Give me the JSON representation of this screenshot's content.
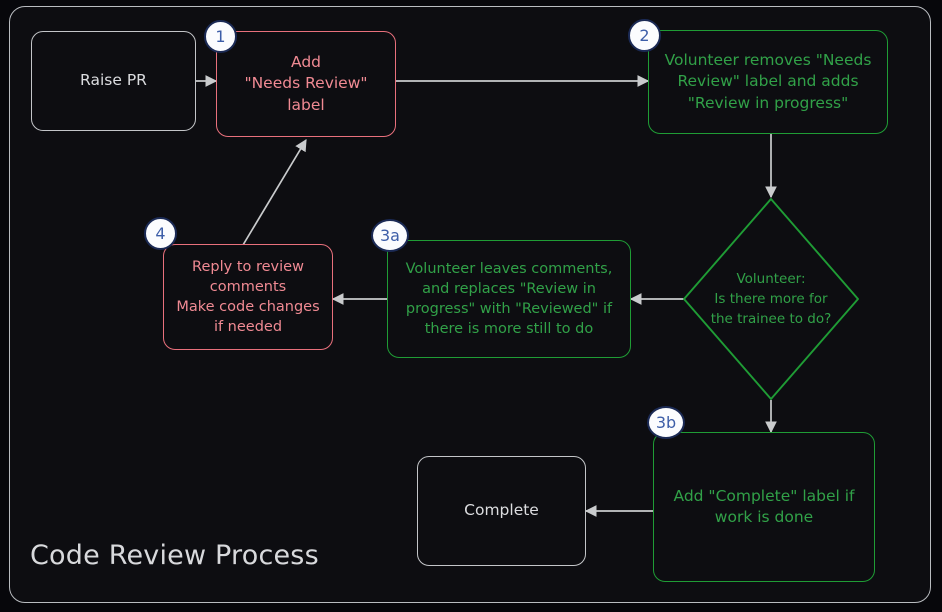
{
  "diagram": {
    "title": "Code Review Process",
    "type": "flowchart",
    "colors": {
      "background": "#07070b",
      "frame_border": "#b9bcc0",
      "neutral_border": "#c3c5c8",
      "neutral_text": "#dcdde0",
      "pink_border": "#e8707c",
      "pink_text": "#f08a93",
      "green_border": "#1f9c35",
      "green_text": "#31a148",
      "badge_fill": "#fbfcfe",
      "badge_border": "#1b2a55",
      "badge_text": "#3d5ea8",
      "edge": "#c9cbcd"
    },
    "nodes": [
      {
        "id": "raise-pr",
        "badge": "",
        "style": "neutral",
        "shape": "rounded-rect",
        "lines": [
          "Raise PR"
        ]
      },
      {
        "id": "add-label",
        "badge": "1",
        "style": "pink",
        "shape": "rounded-rect",
        "lines": [
          "Add",
          "\"Needs Review\"",
          "label"
        ]
      },
      {
        "id": "volunteer-relabel",
        "badge": "2",
        "style": "green",
        "shape": "rounded-rect",
        "lines": [
          "Volunteer removes \"Needs",
          "Review\" label and adds",
          "\"Review in progress\""
        ]
      },
      {
        "id": "decision",
        "badge": "",
        "style": "green",
        "shape": "diamond",
        "lines": [
          "Volunteer:",
          "Is there more for",
          "the trainee to do?"
        ]
      },
      {
        "id": "volunteer-comments",
        "badge": "3a",
        "style": "green",
        "shape": "rounded-rect",
        "lines": [
          "Volunteer leaves comments,",
          "and replaces \"Review in",
          "progress\" with \"Reviewed\" if",
          "there is more still to do"
        ]
      },
      {
        "id": "reply-comments",
        "badge": "4",
        "style": "pink",
        "shape": "rounded-rect",
        "lines": [
          "Reply to review",
          "comments",
          "Make code changes",
          "if needed"
        ]
      },
      {
        "id": "add-complete",
        "badge": "3b",
        "style": "green",
        "shape": "rounded-rect",
        "lines": [
          "Add \"Complete\" label if",
          "work is done"
        ]
      },
      {
        "id": "complete",
        "badge": "",
        "style": "neutral",
        "shape": "rounded-rect",
        "lines": [
          "Complete"
        ]
      }
    ],
    "edges": [
      {
        "from": "raise-pr",
        "to": "add-label",
        "label": ""
      },
      {
        "from": "add-label",
        "to": "volunteer-relabel",
        "label": ""
      },
      {
        "from": "volunteer-relabel",
        "to": "decision",
        "label": ""
      },
      {
        "from": "decision",
        "to": "volunteer-comments",
        "label": ""
      },
      {
        "from": "volunteer-comments",
        "to": "reply-comments",
        "label": ""
      },
      {
        "from": "reply-comments",
        "to": "add-label",
        "label": ""
      },
      {
        "from": "decision",
        "to": "add-complete",
        "label": ""
      },
      {
        "from": "add-complete",
        "to": "complete",
        "label": ""
      }
    ]
  }
}
